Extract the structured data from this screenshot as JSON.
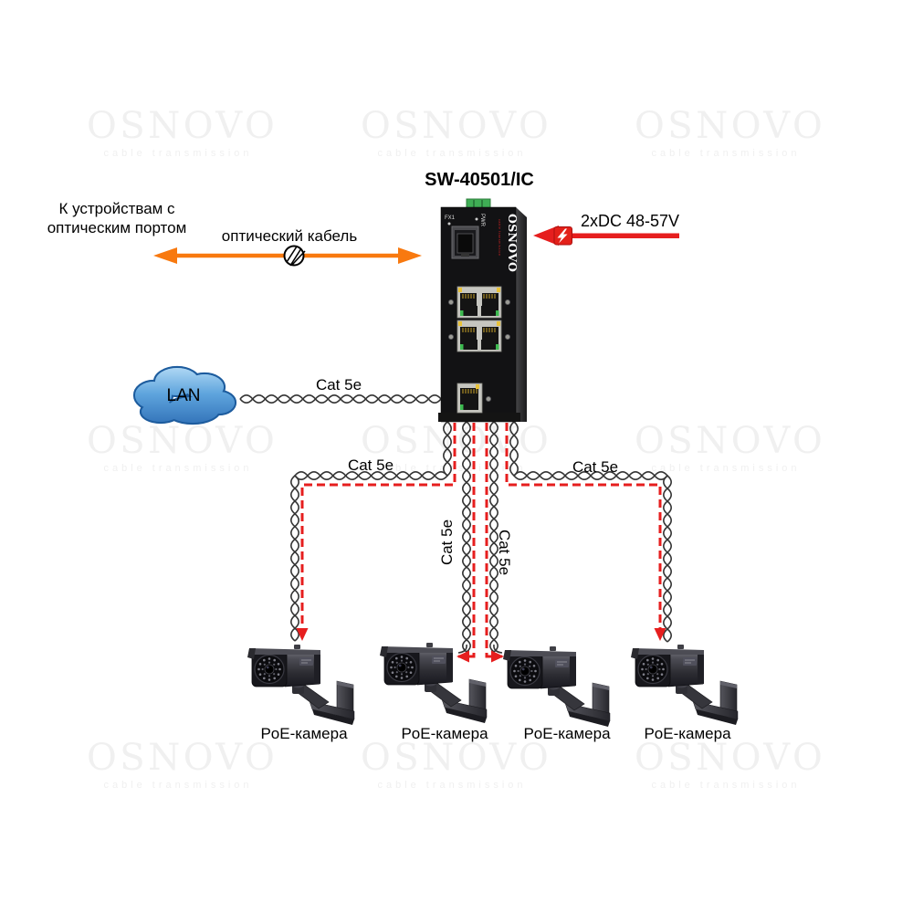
{
  "title": "SW-40501/IC",
  "watermark": {
    "title": "OSNOVO",
    "subtitle": "cable transmission",
    "color": "#f0f0f0"
  },
  "labels": {
    "optical_dest_line1": "К устройствам с",
    "optical_dest_line2": "оптическим портом",
    "optical_cable": "оптический кабель",
    "power": "2xDC 48-57V",
    "lan": "LAN",
    "cat5e_lan": "Cat 5e",
    "cat5e_left": "Cat 5e",
    "cat5e_right": "Cat 5e",
    "cat5e_mid_left": "Cat 5e",
    "cat5e_mid_right": "Cat 5e"
  },
  "device": {
    "brand": "OSNOVO",
    "fx1": "FX1",
    "pwr": "PWR"
  },
  "cameras": [
    {
      "label": "PoE-камера"
    },
    {
      "label": "PoE-камера"
    },
    {
      "label": "PoE-камера"
    },
    {
      "label": "PoE-камера"
    }
  ],
  "colors": {
    "orange": "#f8790f",
    "red": "#e61e1e",
    "cable": "#3f3f3f",
    "watermark": "#f0f0f0"
  }
}
